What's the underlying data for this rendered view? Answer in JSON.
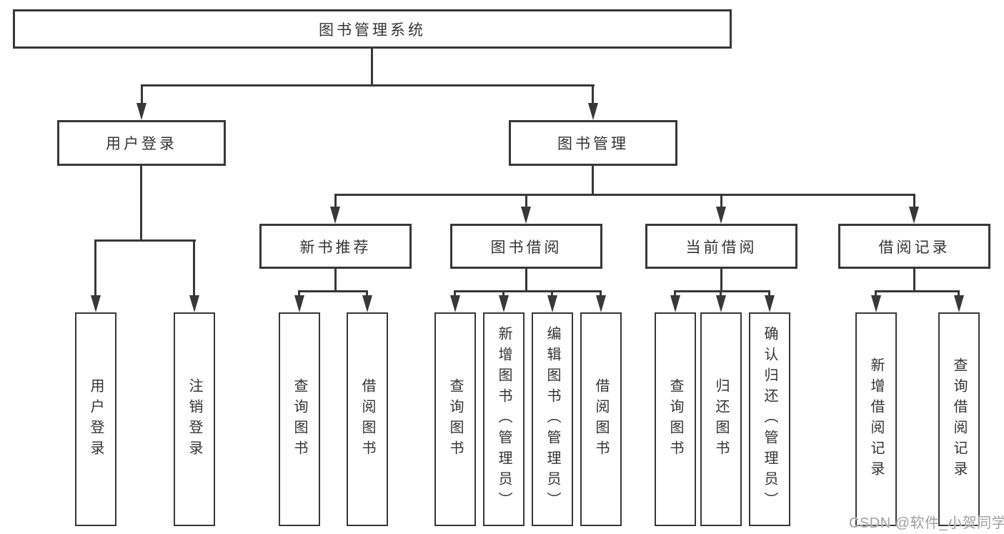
{
  "diagram": {
    "type": "tree",
    "root": {
      "label": "图书管理系统",
      "children": [
        {
          "label": "用户登录",
          "children": [
            {
              "label": "用户登录"
            },
            {
              "label": "注销登录"
            }
          ]
        },
        {
          "label": "图书管理",
          "children": [
            {
              "label": "新书推荐",
              "children": [
                {
                  "label": "查询图书"
                },
                {
                  "label": "借阅图书"
                }
              ]
            },
            {
              "label": "图书借阅",
              "children": [
                {
                  "label": "查询图书"
                },
                {
                  "label": "新增图书（管理员）"
                },
                {
                  "label": "编辑图书（管理员）"
                },
                {
                  "label": "借阅图书"
                }
              ]
            },
            {
              "label": "当前借阅",
              "children": [
                {
                  "label": "查询图书"
                },
                {
                  "label": "归还图书"
                },
                {
                  "label": "确认归还（管理员）"
                }
              ]
            },
            {
              "label": "借阅记录",
              "children": [
                {
                  "label": "新增借阅记录"
                },
                {
                  "label": "查询借阅记录"
                }
              ]
            }
          ]
        }
      ]
    },
    "colors": {
      "line": "#383838",
      "box_border": "#383838",
      "box_background": "#ffffff",
      "text": "#333333"
    }
  },
  "watermark": {
    "text": "CSDN @软件_小贺同学",
    "color": "#9f9f9f"
  }
}
